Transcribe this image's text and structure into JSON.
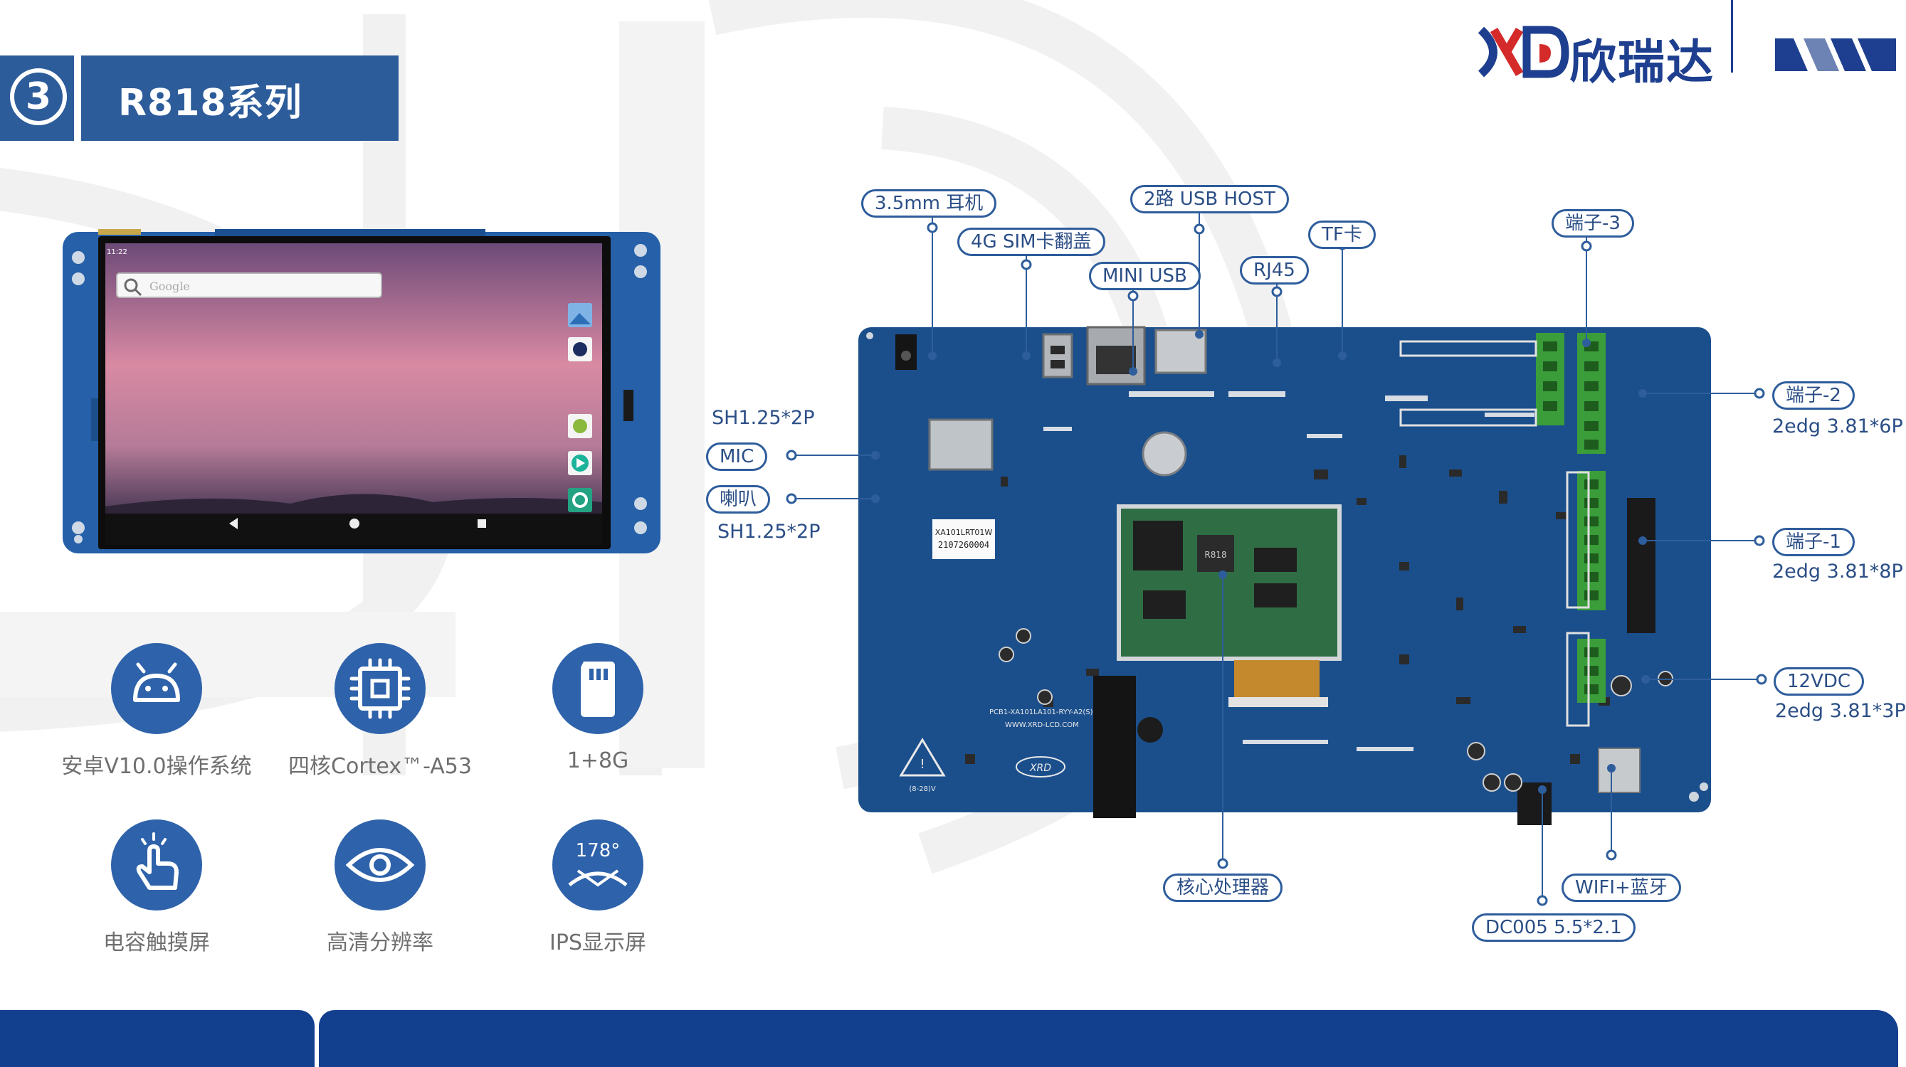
{
  "header": {
    "section_number": "3",
    "title": "R818系列"
  },
  "logo": {
    "brand_name": "欣瑞达"
  },
  "tablet": {
    "status_time": "11:22",
    "search_placeholder": "Google"
  },
  "features": [
    {
      "icon": "android-icon",
      "label": "安卓V10.0操作系统"
    },
    {
      "icon": "cpu-chip-icon",
      "label": "四核Cortex™-A53"
    },
    {
      "icon": "sd-card-icon",
      "label": "1+8G"
    },
    {
      "icon": "touch-hand-icon",
      "label": "电容触摸屏"
    },
    {
      "icon": "eye-icon",
      "label": "高清分辨率"
    },
    {
      "icon": "viewing-angle-icon",
      "label": "IPS显示屏",
      "icon_text": "178°"
    }
  ],
  "board": {
    "sticker_line1": "XA101LRT01W",
    "sticker_line2": "2107260004",
    "silk_pcb": "PCB1-XA101LA101-RYY-A2(S)",
    "silk_url": "WWW.XRD-LCD.COM",
    "silk_brand": "XRD",
    "silk_voltage": "(8-28)V",
    "silk_chip": "R818"
  },
  "callouts": {
    "headphone": "3.5mm 耳机",
    "sim": "4G SIM卡翻盖",
    "mini_usb": "MINI USB",
    "usb_host": "2路 USB HOST",
    "rj45": "RJ45",
    "tf": "TF卡",
    "terminal3": "端子-3",
    "terminal2": "端子-2",
    "terminal2_spec": "2edg 3.81*6P",
    "terminal1": "端子-1",
    "terminal1_spec": "2edg 3.81*8P",
    "dc12": "12VDC",
    "dc12_spec": "2edg 3.81*3P",
    "sh_top": "SH1.25*2P",
    "mic": "MIC",
    "speaker": "喇叭",
    "sh_bottom": "SH1.25*2P",
    "cpu": "核心处理器",
    "wifi": "WIFI+蓝牙",
    "dc005": "DC005 5.5*2.1"
  },
  "colors": {
    "header_blue": "#2d5c9b",
    "footer_blue": "#133f8f",
    "icon_blue": "#2e62aa",
    "pcb_blue": "#1b4f8c"
  }
}
